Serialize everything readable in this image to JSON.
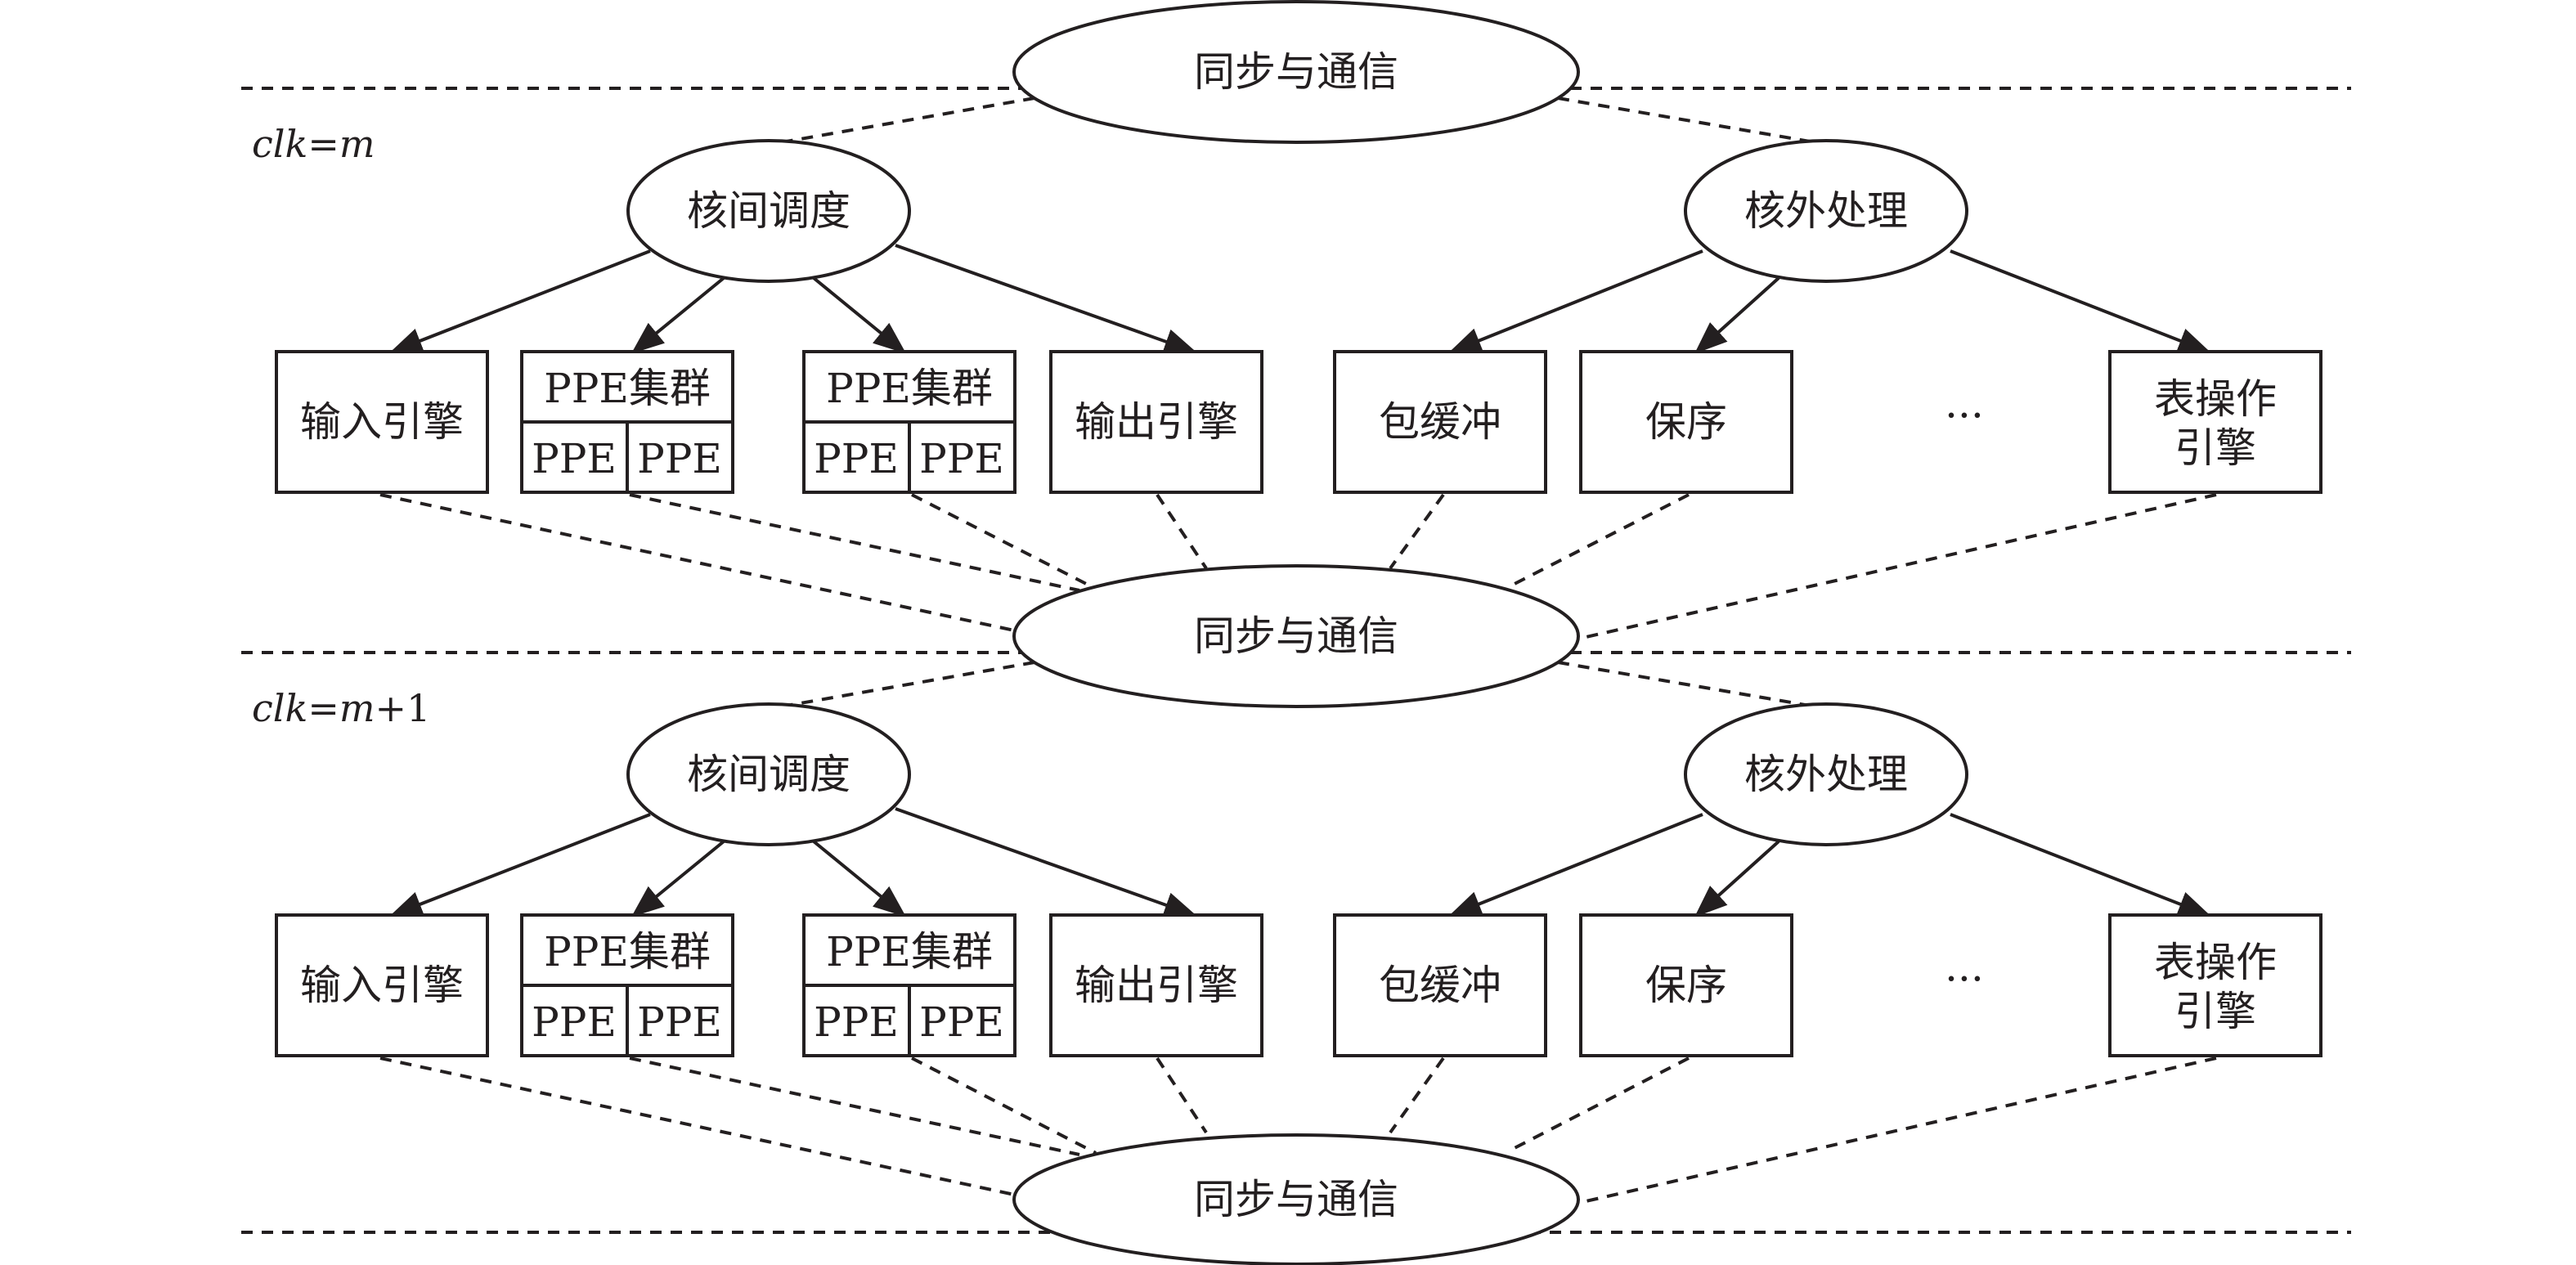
{
  "sync_label": "同步与通信",
  "clk_top": {
    "prefix": "clk",
    "eq": "=",
    "var": "m",
    "suffix": ""
  },
  "clk_bottom": {
    "prefix": "clk",
    "eq": "=",
    "var": "m",
    "suffix": "+1"
  },
  "scheduler_label": "核间调度",
  "offcore_label": "核外处理",
  "input_engine_label": "输入引擎",
  "output_engine_label": "输出引擎",
  "ppe_cluster_label": "PPE集群",
  "ppe_label": "PPE",
  "packet_buffer_label": "包缓冲",
  "order_preserve_label": "保序",
  "ellipsis_label": "···",
  "table_engine_line1": "表操作",
  "table_engine_line2": "引擎"
}
